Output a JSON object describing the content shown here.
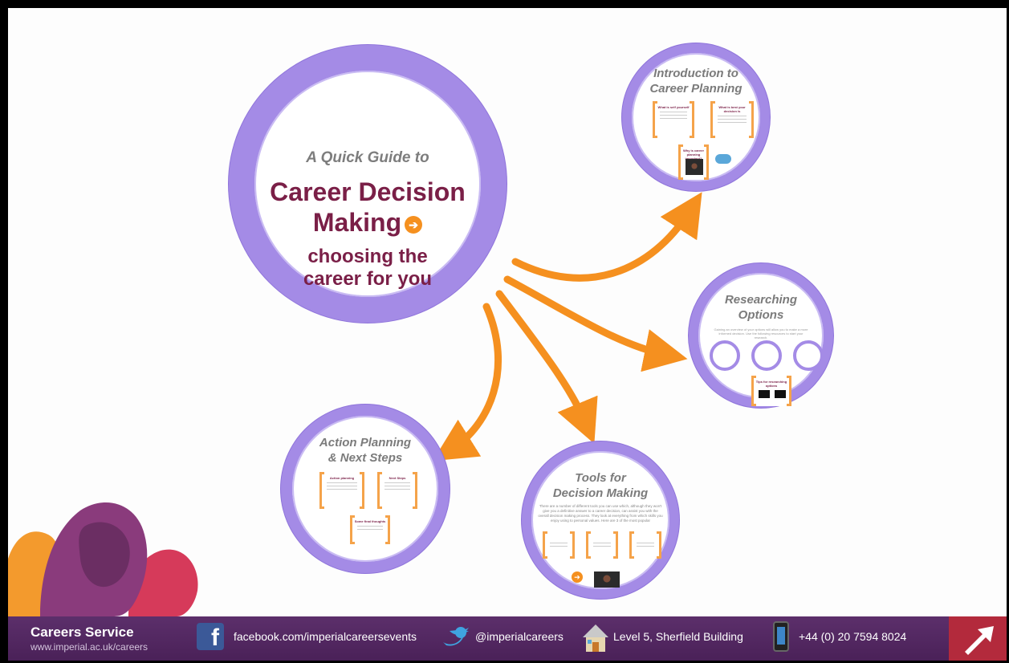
{
  "main": {
    "lead": "A Quick Guide to",
    "title_line1": "Career Decision",
    "title_line2": "Making",
    "subtitle_line1": "choosing the",
    "subtitle_line2": "career for you"
  },
  "nodes": {
    "intro": {
      "title_line1": "Introduction to",
      "title_line2": "Career Planning"
    },
    "research": {
      "title_line1": "Researching",
      "title_line2": "Options",
      "desc": "Gaining an overview of your options will allow you to make a more informed decision. Use the following resources to start your research."
    },
    "action": {
      "title_line1": "Action Planning",
      "title_line2": "& Next Steps"
    },
    "tools": {
      "title_line1": "Tools for",
      "title_line2": "Decision Making",
      "desc": "There are a number of different tools you can use which, although they won't give you a definitive answer to a career decision, can assist you with the overall decision making process. They look at everything from which skills you enjoy using to personal values. Here are 3 of the most popular"
    }
  },
  "cards": {
    "intro_1": "What is self yourself",
    "intro_2": "What is best your decision is",
    "intro_3": "Why is career planning important?",
    "research_1": "Tips for researching options",
    "action_1": "Action planning",
    "action_2": "Next Steps",
    "action_3": "Some final thoughts"
  },
  "footer": {
    "brand": "Careers Service",
    "url": "www.imperial.ac.uk/careers",
    "facebook": "facebook.com/imperialcareersevents",
    "twitter": "@imperialcareers",
    "location": "Level 5, Sherfield Building",
    "phone": "+44 (0) 20 7594 8024"
  },
  "colors": {
    "ring": "#a48be6",
    "accent_orange": "#f5901f",
    "title_maroon": "#7a1f47",
    "footer_purple": "#5c2f6b",
    "next_red": "#b32a3c"
  }
}
